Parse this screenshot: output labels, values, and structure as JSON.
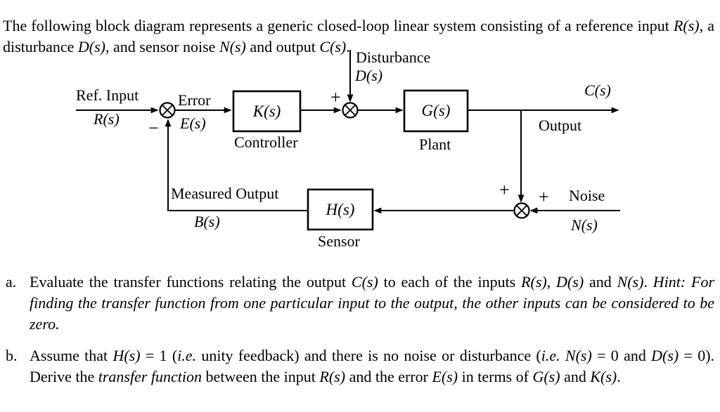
{
  "colors": {
    "ink": "#000000",
    "background": "#ffffff"
  },
  "intro": {
    "runs": [
      "The following block diagram represents a generic closed-loop linear system consisting of a reference input ",
      "R(s)",
      ", a disturbance ",
      "D(s)",
      ", and sensor noise ",
      "N(s)",
      " and output ",
      "C(s)",
      "."
    ]
  },
  "diagram": {
    "ref_input_label": "Ref. Input",
    "ref_input_var": "R(s)",
    "error_label": "Error",
    "error_var": "E(s)",
    "controller_var": "K(s)",
    "controller_label": "Controller",
    "disturbance_label": "Disturbance",
    "disturbance_var": "D(s)",
    "plant_var": "G(s)",
    "plant_label": "Plant",
    "output_var": "C(s)",
    "output_label": "Output",
    "noise_label": "Noise",
    "noise_var": "N(s)",
    "sensor_var": "H(s)",
    "sensor_label": "Sensor",
    "measured_output_label": "Measured Output",
    "measured_output_var": "B(s)",
    "sign_plus_disturbance": "+",
    "sign_plus_feedback_tap": "+",
    "sign_plus_noise": "+",
    "sign_minus_feedback": "−"
  },
  "questions": {
    "a": {
      "label": "a.",
      "runs": [
        "Evaluate the transfer functions relating the output ",
        "C(s)",
        " to each of the inputs ",
        "R(s)",
        ", ",
        "D(s)",
        " and ",
        "N(s)",
        ".  ",
        "Hint: For finding the transfer function from one particular input to the output, the other inputs can be considered to be zero."
      ]
    },
    "b": {
      "label": "b.",
      "runs": [
        "Assume that ",
        "H(s)",
        " = 1 (",
        "i.e.",
        " unity feedback) and there is no noise or disturbance (",
        "i.e.",
        " ",
        "N(s)",
        " = 0 and ",
        "D(s)",
        " = 0).  Derive the ",
        "transfer function",
        " between the input ",
        "R(s)",
        " and the error ",
        "E(s)",
        " in terms of ",
        "G(s)",
        " and ",
        "K(s)",
        "."
      ]
    }
  }
}
